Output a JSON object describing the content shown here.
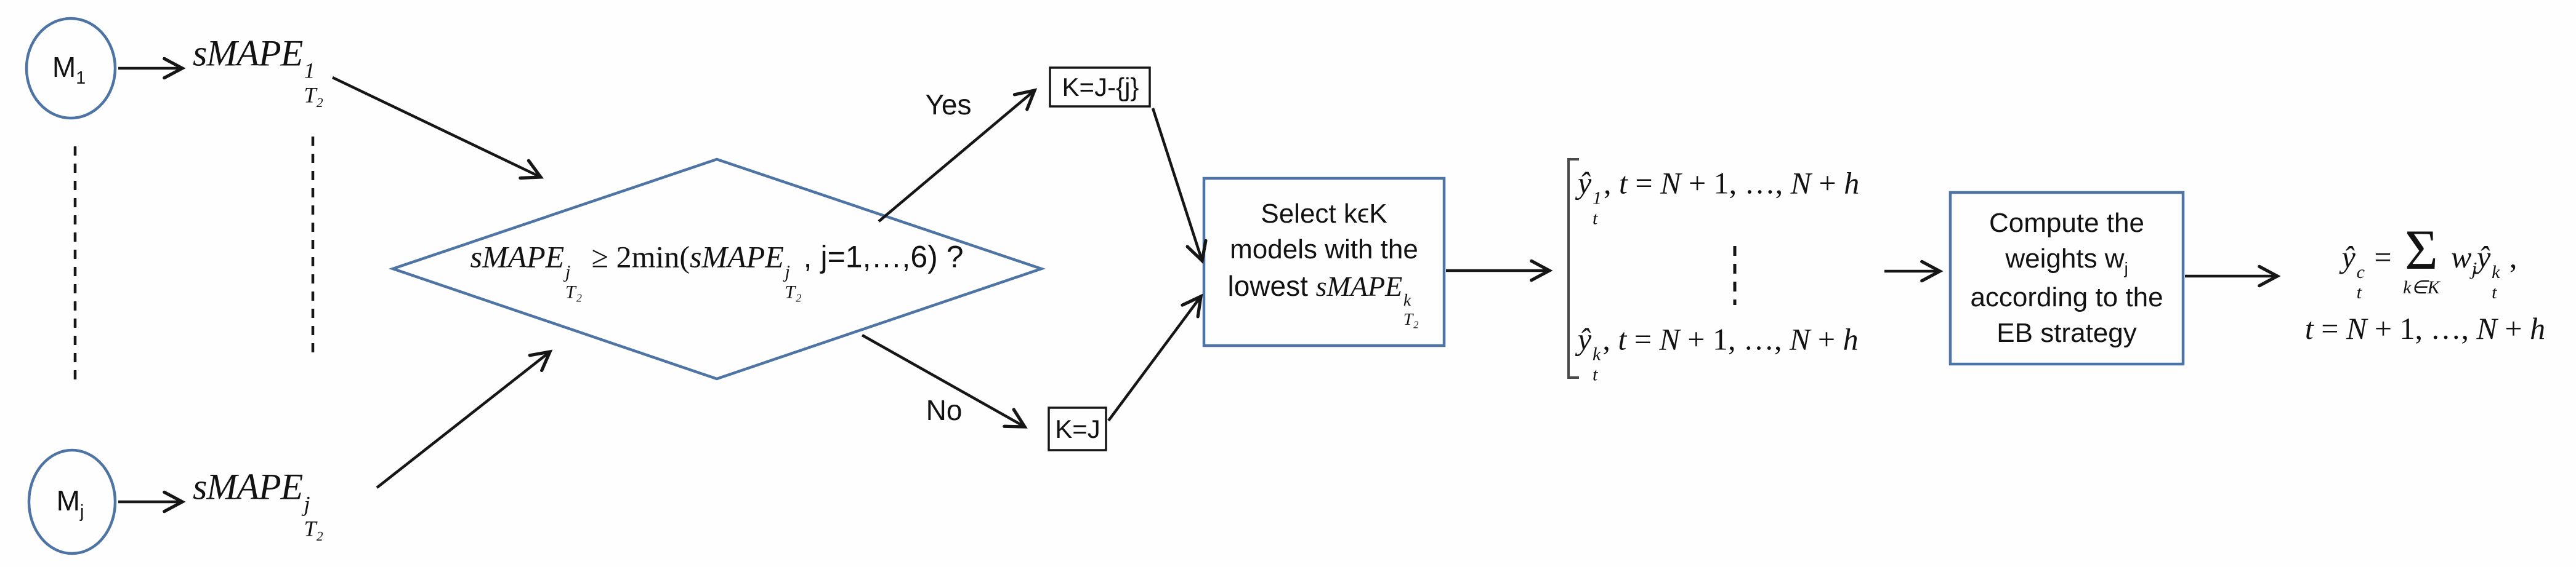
{
  "colors": {
    "shape_blue": "#4e74a3",
    "ink": "#161616",
    "bracket_gray": "#4a4a4a"
  },
  "models": {
    "m1": {
      "segments": [
        {
          "t": "M",
          "s": "sf"
        },
        {
          "t": "1",
          "s": "sf sub"
        }
      ]
    },
    "mj": {
      "segments": [
        {
          "t": "M",
          "s": "sf"
        },
        {
          "t": "j",
          "s": "sf sub"
        }
      ]
    }
  },
  "metrics": {
    "smape1": {
      "segments": [
        {
          "t": "sMAPE",
          "s": "i"
        },
        {
          "stack": {
            "sup": "1",
            "sub": "T₂"
          }
        }
      ]
    },
    "smapej": {
      "segments": [
        {
          "t": "sMAPE",
          "s": "i"
        },
        {
          "stack": {
            "sup": "j",
            "sub": "T₂"
          }
        }
      ]
    }
  },
  "decision": {
    "segments": [
      {
        "t": "sMAPE",
        "s": "i"
      },
      {
        "stack": {
          "sup": "j",
          "sub": "T₂"
        }
      },
      {
        "t": " ≥ 2min(",
        "s": "n"
      },
      {
        "t": "sMAPE",
        "s": "i"
      },
      {
        "stack": {
          "sup": "j",
          "sub": "T₂"
        }
      },
      {
        "t": ", j=1,…,6) ?",
        "s": "sf"
      }
    ],
    "yes_label": "Yes",
    "no_label": "No"
  },
  "branch_boxes": {
    "k_minus_label": "K=J-{j}",
    "k_all_label": "K=J"
  },
  "select_box": {
    "line1": "Select kϵK",
    "line2": "models with the",
    "line3": [
      {
        "t": "lowest ",
        "s": "sf"
      },
      {
        "t": "sMAPE",
        "s": "i"
      },
      {
        "stack": {
          "sup": "k",
          "sub": "T₂"
        }
      }
    ]
  },
  "forecasts": {
    "first": [
      {
        "t": "ŷ",
        "s": "i"
      },
      {
        "stack": {
          "sup": "1",
          "sub": "t"
        }
      },
      {
        "t": ", ",
        "s": "n"
      },
      {
        "t": "t",
        "s": "i"
      },
      {
        "t": " = ",
        "s": "n"
      },
      {
        "t": "N",
        "s": "i"
      },
      {
        "t": " + 1, …, ",
        "s": "n"
      },
      {
        "t": "N",
        "s": "i"
      },
      {
        "t": " + ",
        "s": "n"
      },
      {
        "t": "h",
        "s": "i"
      }
    ],
    "kth": [
      {
        "t": "ŷ",
        "s": "i"
      },
      {
        "stack": {
          "sup": "k",
          "sub": "t"
        }
      },
      {
        "t": ", ",
        "s": "n"
      },
      {
        "t": "t",
        "s": "i"
      },
      {
        "t": " = ",
        "s": "n"
      },
      {
        "t": "N",
        "s": "i"
      },
      {
        "t": " + 1, …, ",
        "s": "n"
      },
      {
        "t": "N",
        "s": "i"
      },
      {
        "t": " + ",
        "s": "n"
      },
      {
        "t": "h",
        "s": "i"
      }
    ]
  },
  "compute_box": {
    "line1": "Compute the",
    "line2": [
      {
        "t": "weights w",
        "s": "sf"
      },
      {
        "t": "j",
        "s": "sf sub"
      }
    ],
    "line3": "according to the",
    "line4": "EB strategy"
  },
  "combination": {
    "line1": [
      {
        "t": "ŷ",
        "s": "i"
      },
      {
        "stack": {
          "sup": "c",
          "sub": "t"
        }
      },
      {
        "t": " = ",
        "s": "n"
      },
      {
        "sum": "Σ",
        "below": "k∈K"
      },
      {
        "t": " w",
        "s": "i"
      },
      {
        "t": "j",
        "s": "i sub"
      },
      {
        "t": "ŷ",
        "s": "i"
      },
      {
        "stack": {
          "sup": "k",
          "sub": "t"
        }
      },
      {
        "t": " ,",
        "s": "n"
      }
    ],
    "line2": [
      {
        "t": "t",
        "s": "i"
      },
      {
        "t": " = ",
        "s": "n"
      },
      {
        "t": "N",
        "s": "i"
      },
      {
        "t": " + 1, …, ",
        "s": "n"
      },
      {
        "t": "N",
        "s": "i"
      },
      {
        "t": " + ",
        "s": "n"
      },
      {
        "t": "h",
        "s": "i"
      }
    ]
  }
}
